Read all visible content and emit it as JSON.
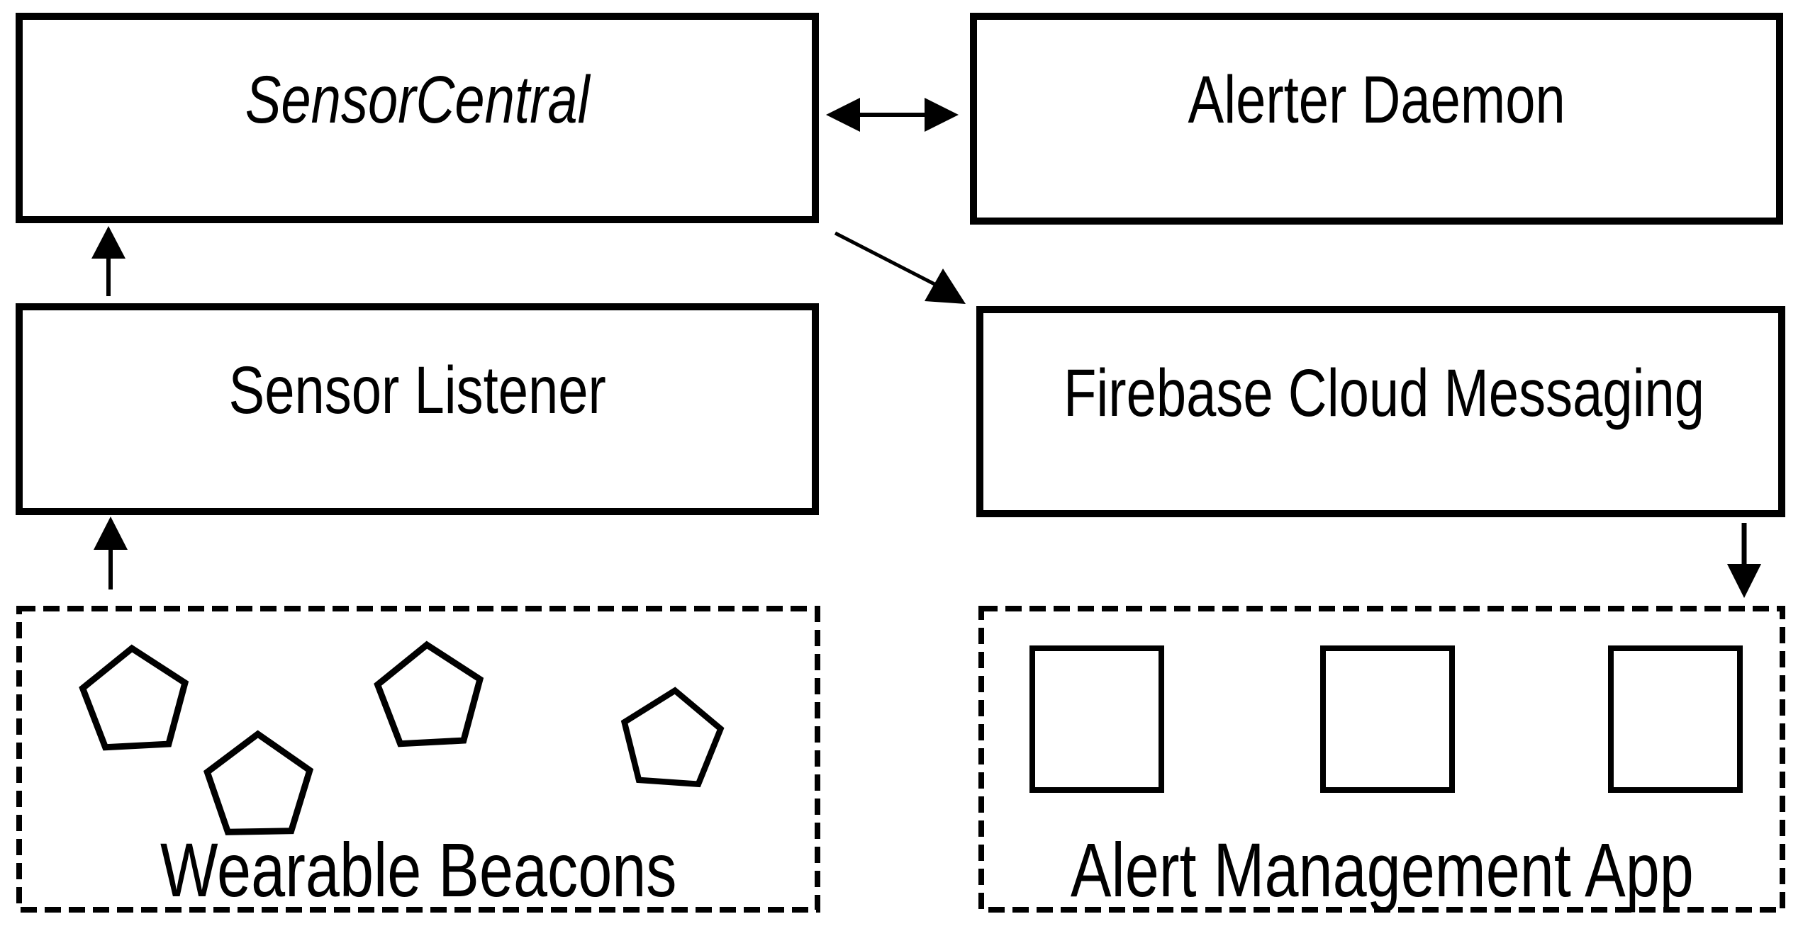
{
  "diagram": {
    "background_color": "#ffffff",
    "stroke_color": "#000000",
    "boxes": {
      "sensor_central": {
        "label": "SensorCentral",
        "border_style": "solid",
        "label_italic": true
      },
      "alerter_daemon": {
        "label": "Alerter Daemon",
        "border_style": "solid"
      },
      "sensor_listener": {
        "label": "Sensor Listener",
        "border_style": "solid"
      },
      "firebase_cloud_messaging": {
        "label": "Firebase Cloud Messaging",
        "border_style": "solid"
      },
      "wearable_beacons": {
        "label": "Wearable Beacons",
        "border_style": "dashed",
        "icon_shape": "pentagon",
        "icon_count": 4
      },
      "alert_management_app": {
        "label": "Alert Management App",
        "border_style": "dashed",
        "icon_shape": "rectangle",
        "icon_count": 3
      }
    },
    "edges": [
      {
        "from": "wearable_beacons",
        "to": "sensor_listener",
        "direction": "up"
      },
      {
        "from": "sensor_listener",
        "to": "sensor_central",
        "direction": "up"
      },
      {
        "from": "sensor_central",
        "to": "alerter_daemon",
        "direction": "bidirectional"
      },
      {
        "from": "sensor_central",
        "to": "firebase_cloud_messaging",
        "direction": "diagonal-down-right"
      },
      {
        "from": "firebase_cloud_messaging",
        "to": "alert_management_app",
        "direction": "down"
      }
    ]
  }
}
